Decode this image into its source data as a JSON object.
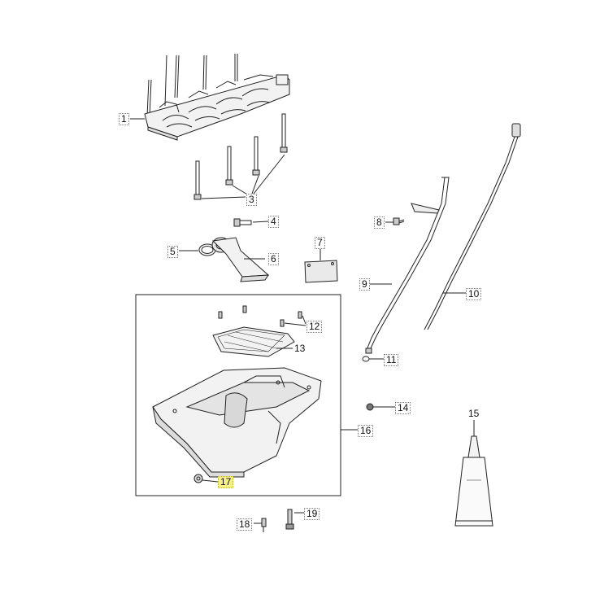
{
  "diagram": {
    "callouts": [
      {
        "id": "1",
        "label": "1"
      },
      {
        "id": "3",
        "label": "3"
      },
      {
        "id": "4",
        "label": "4"
      },
      {
        "id": "5",
        "label": "5"
      },
      {
        "id": "6",
        "label": "6"
      },
      {
        "id": "7",
        "label": "7"
      },
      {
        "id": "8",
        "label": "8"
      },
      {
        "id": "9",
        "label": "9"
      },
      {
        "id": "10",
        "label": "10"
      },
      {
        "id": "11",
        "label": "11"
      },
      {
        "id": "12",
        "label": "12"
      },
      {
        "id": "13",
        "label": "13"
      },
      {
        "id": "14",
        "label": "14"
      },
      {
        "id": "15",
        "label": "15"
      },
      {
        "id": "16",
        "label": "16"
      },
      {
        "id": "17",
        "label": "17",
        "highlighted": true
      },
      {
        "id": "18",
        "label": "18"
      },
      {
        "id": "19",
        "label": "19"
      }
    ],
    "colors": {
      "line": "#222222",
      "part_fill": "#f2f2f2",
      "highlight": "#f7ef8a"
    }
  }
}
